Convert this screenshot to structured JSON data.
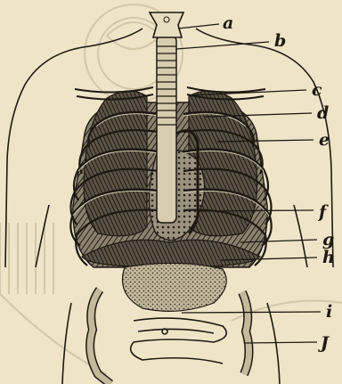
{
  "figure": {
    "colors": {
      "paper": "#efe4c8",
      "ink": "#1d1812",
      "watermark": "#d3c7a8"
    },
    "labels": [
      {
        "key": "a",
        "text": "a"
      },
      {
        "key": "b",
        "text": "b"
      },
      {
        "key": "c",
        "text": "c"
      },
      {
        "key": "d",
        "text": "d"
      },
      {
        "key": "e",
        "text": "e"
      },
      {
        "key": "f",
        "text": "f"
      },
      {
        "key": "g",
        "text": "g"
      },
      {
        "key": "h",
        "text": "h"
      },
      {
        "key": "i",
        "text": "i"
      },
      {
        "key": "j",
        "text": "J"
      }
    ]
  }
}
